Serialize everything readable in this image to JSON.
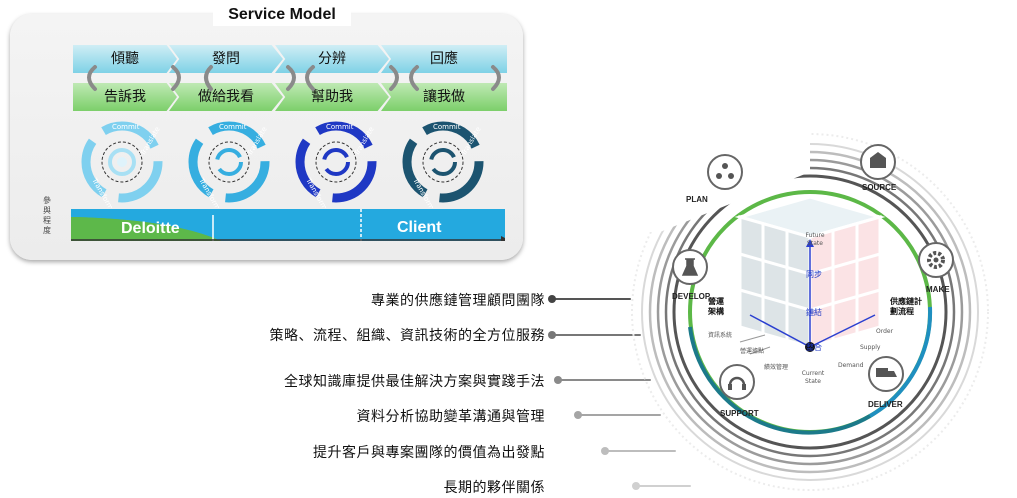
{
  "service_model": {
    "title": "Service Model",
    "stages": [
      {
        "top": "傾聽",
        "bottom": "告訴我"
      },
      {
        "top": "發問",
        "bottom": "做給我看"
      },
      {
        "top": "分辨",
        "bottom": "幫助我"
      },
      {
        "top": "回應",
        "bottom": "讓我做"
      }
    ],
    "cycle_labels": {
      "top": "Commit",
      "left": "Transform",
      "right": "Translate"
    },
    "involvement_label": "參與程度",
    "bar_left": "Deloitte",
    "bar_right": "Client",
    "colors": {
      "cycle1": "#7fd0ef",
      "cycle2": "#36aee0",
      "cycle3": "#1f38c4",
      "cycle4": "#1c5470",
      "bar_green": "#5db84a",
      "bar_blue": "#24a9df"
    }
  },
  "services": [
    "專業的供應鏈管理顧問團隊",
    "策略、流程、組織、資訊技術的全方位服務",
    "全球知識庫提供最佳解決方案與實踐手法",
    "資料分析協助變革溝通與管理",
    "提升客戶與專案團隊的價值為出發點",
    "長期的夥伴關係"
  ],
  "wheel": {
    "stages": {
      "plan": "PLAN",
      "source": "SOURCE",
      "make": "MAKE",
      "deliver": "DELIVER",
      "support": "SUPPORT",
      "develop": "DEVELOP"
    },
    "cube": {
      "future_state": "Future State",
      "current_state": "Current State",
      "sync": "同步",
      "link": "鏈結",
      "integrate": "整合",
      "ops_arch": "營運架構",
      "plan_flow": "供應鏈計劃流程",
      "it_system": "資訊系統",
      "ops_site": "營運據點",
      "perf_mgmt": "績效管理",
      "order": "Order",
      "supply": "Supply",
      "demand": "Demand"
    },
    "colors": {
      "ring_green": "#5cb847",
      "ring_blue": "#1f8fc0",
      "ring_teal": "#1c7a8a",
      "arrow_blue": "#2a3fd0"
    }
  }
}
